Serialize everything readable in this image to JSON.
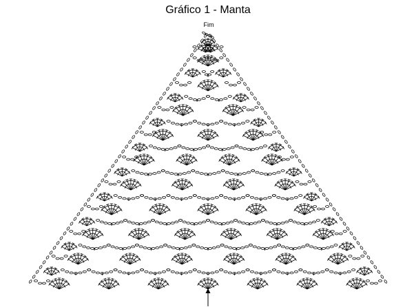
{
  "title": "Gráfico 1 - Manta",
  "end_label": "Fim",
  "colors": {
    "ink": "#000000",
    "background": "#ffffff"
  },
  "symbols": [
    "chain-oval",
    "double-crochet-fan",
    "single-crochet-plus",
    "start-arrow-icon"
  ]
}
